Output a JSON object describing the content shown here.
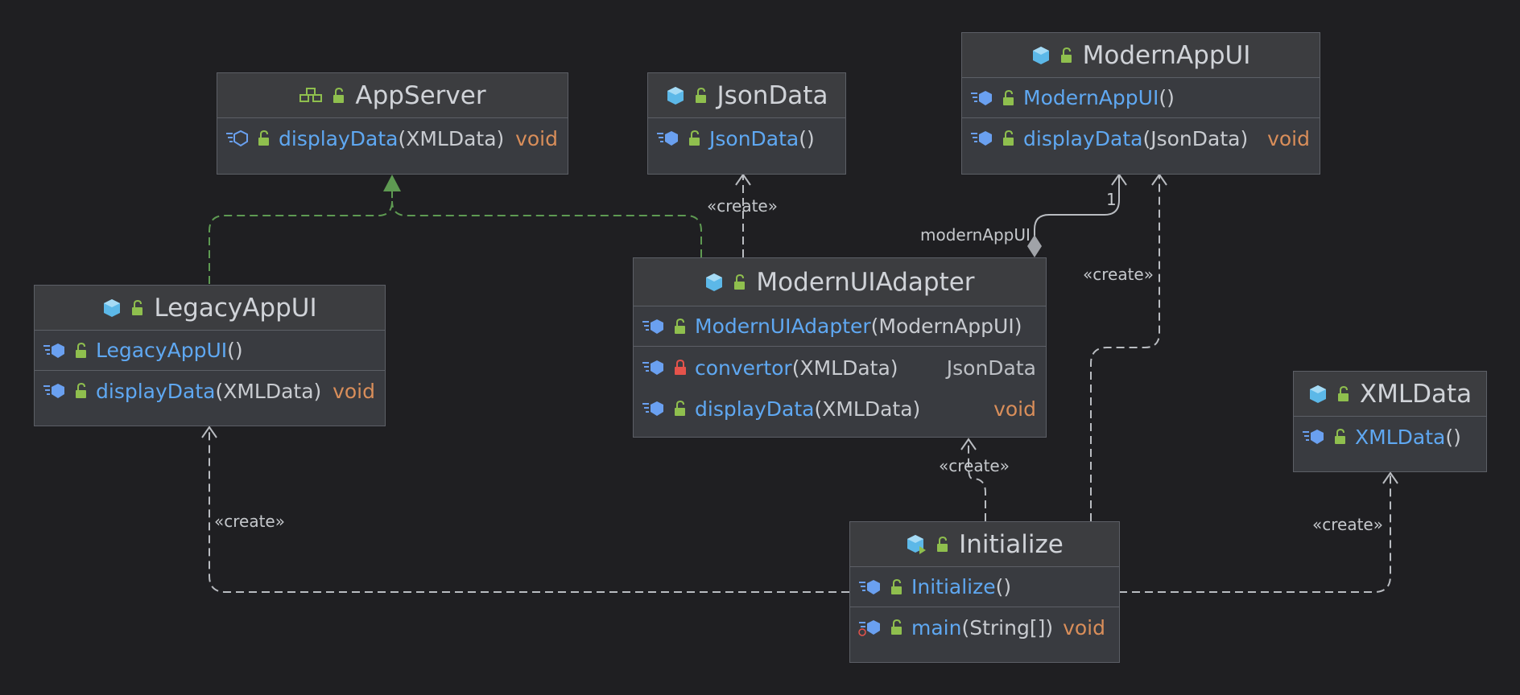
{
  "classes": {
    "app_server": {
      "name": "AppServer",
      "methods": [
        {
          "name": "displayData",
          "params": "(XMLData)",
          "ret": "void"
        }
      ]
    },
    "json_data": {
      "name": "JsonData",
      "methods": [
        {
          "name": "JsonData",
          "params": "()"
        }
      ]
    },
    "modern_app_ui": {
      "name": "ModernAppUI",
      "methods": [
        {
          "name": "ModernAppUI",
          "params": "()"
        },
        {
          "name": "displayData",
          "params": "(JsonData)",
          "ret": "void"
        }
      ]
    },
    "legacy_app_ui": {
      "name": "LegacyAppUI",
      "methods": [
        {
          "name": "LegacyAppUI",
          "params": "()"
        },
        {
          "name": "displayData",
          "params": "(XMLData)",
          "ret": "void"
        }
      ]
    },
    "modern_ui_adapter": {
      "name": "ModernUIAdapter",
      "methods": [
        {
          "name": "ModernUIAdapter",
          "params": "(ModernAppUI)"
        },
        {
          "name": "convertor",
          "params": "(XMLData)",
          "ret": "JsonData"
        },
        {
          "name": "displayData",
          "params": "(XMLData)",
          "ret": "void"
        }
      ]
    },
    "xml_data": {
      "name": "XMLData",
      "methods": [
        {
          "name": "XMLData",
          "params": "()"
        }
      ]
    },
    "initialize": {
      "name": "Initialize",
      "methods": [
        {
          "name": "Initialize",
          "params": "()"
        },
        {
          "name": "main",
          "params": "(String[])",
          "ret": "void"
        }
      ]
    }
  },
  "edge_labels": {
    "create": "«create»",
    "association_role": "modernAppUI",
    "multiplicity": "1"
  },
  "colors": {
    "background": "#1f1f22",
    "class_fill": "#393b40",
    "border": "#5c5f66",
    "method_name": "#5fa8f2",
    "return_type": "#d98e5a",
    "realization_edge": "#5e9a52",
    "dependency_edge": "#b9bcc1"
  }
}
